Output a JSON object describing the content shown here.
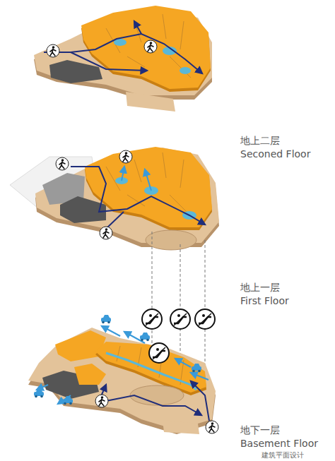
{
  "diagram": {
    "labels": [
      "地上二层",
      "Seconed Floor",
      "地上一层",
      "First Floor",
      "地下一层",
      "Basement Floor",
      "建筑平面设计"
    ]
  }
}
